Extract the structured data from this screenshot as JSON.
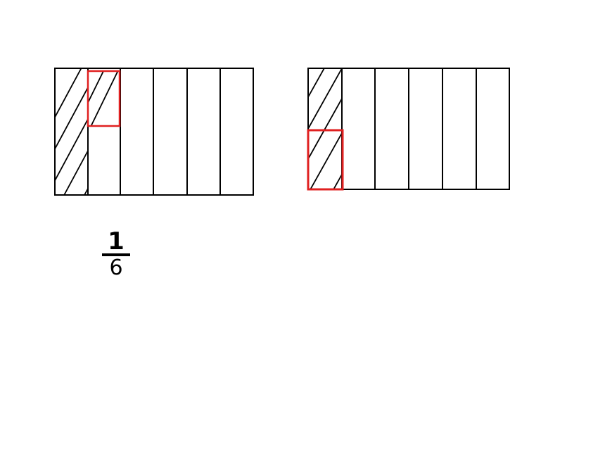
{
  "fraction": {
    "numerator": "1",
    "denominator": "6"
  },
  "colors": {
    "line": "#000000",
    "highlight": "#e02020",
    "background": "#ffffff"
  },
  "diagrams": [
    {
      "name": "left-rectangle",
      "columns": 6,
      "hatched_column": 1,
      "hatched_rows_in_column_2": "top-half",
      "highlight": "column-2-top-half"
    },
    {
      "name": "right-rectangle",
      "columns": 6,
      "hatched_column": 1,
      "highlight": "column-1-bottom-half"
    }
  ]
}
